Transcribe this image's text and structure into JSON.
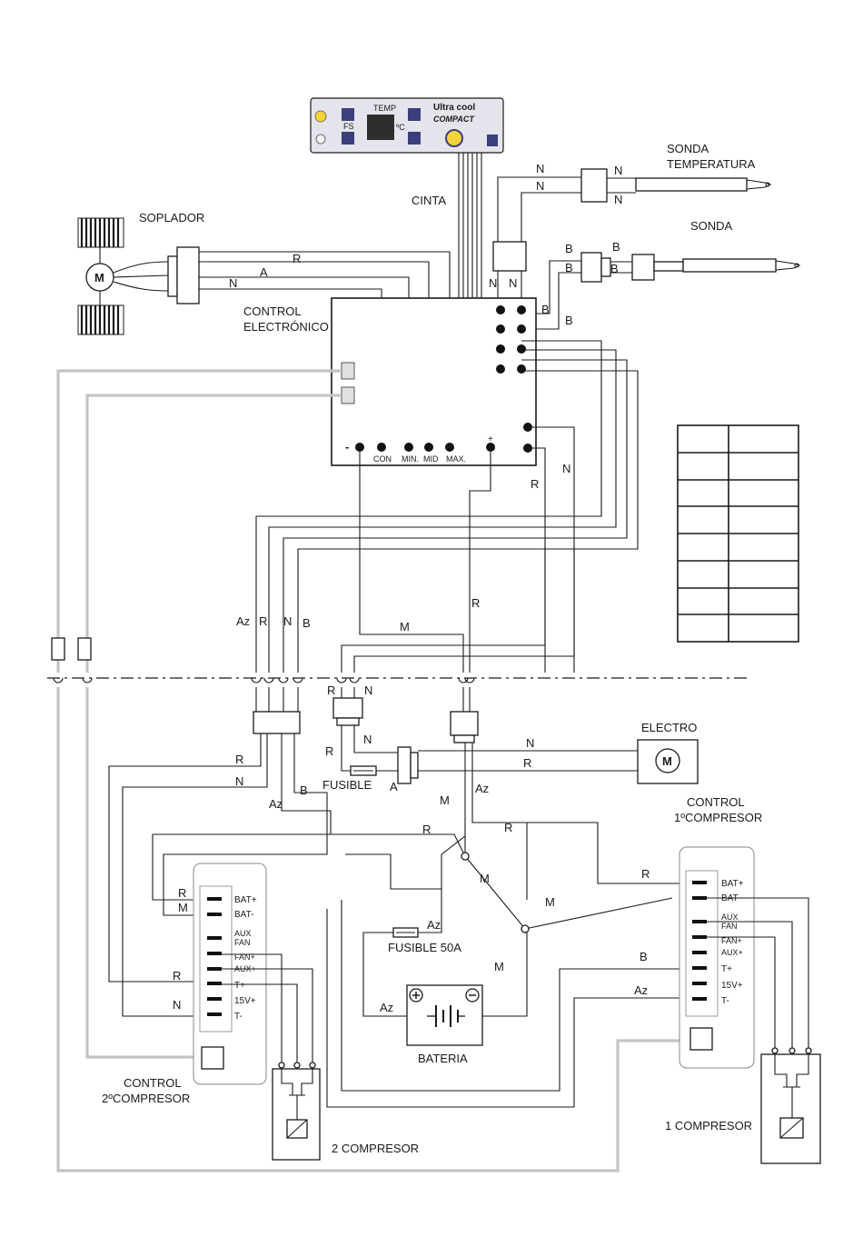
{
  "labels": {
    "cinta": "CINTA",
    "sonda_temp": [
      "SONDA",
      "TEMPERATURA"
    ],
    "sonda": "SONDA",
    "soplador": "SOPLADOR",
    "control_electronico": [
      "CONTROL",
      "ELECTRÓNICO"
    ],
    "electro": "ELECTRO",
    "fusible": "FUSIBLE",
    "fusible_50a": "FUSIBLE 50A",
    "bateria": "BATERIA",
    "control_1": [
      "CONTROL",
      "1ºCOMPRESOR"
    ],
    "control_2": [
      "CONTROL",
      "2ºCOMPRESOR"
    ],
    "compresor_1": "1 COMPRESOR",
    "compresor_2": "2 COMPRESOR",
    "motor": "M",
    "minus": "-",
    "plus": "+"
  },
  "panel": {
    "brand_line1": "Ultra cool",
    "brand_line2": "COMPACT",
    "temp_label": "TEMP",
    "unit": "ºC",
    "fs": "FS"
  },
  "ce_terminals": [
    "CON",
    "MIN.",
    "MID",
    "MAX."
  ],
  "terminal_block_1": [
    "BAT+",
    "BAT-",
    "AUX",
    "FAN",
    "FAN+",
    "AUX+",
    "T+",
    "15V+",
    "T-"
  ],
  "terminal_block_2": [
    "BAT+",
    "BAT-",
    "AUX",
    "FAN",
    "FAN+",
    "AUX+",
    "T+",
    "15V+",
    "T-"
  ],
  "wire_letters": {
    "sonda_temp": [
      "N",
      "N",
      "N"
    ],
    "sonda": [
      "B",
      "B",
      "B"
    ],
    "ce_probe_n": [
      "N",
      "N"
    ],
    "ce_probe_b": [
      "B",
      "B"
    ],
    "soplador": [
      "R",
      "A",
      "N"
    ],
    "ce_right": [
      "R",
      "N"
    ],
    "bundle": [
      "Az",
      "R",
      "N",
      "B"
    ],
    "mid": [
      "R",
      "M"
    ],
    "connector_a": [
      "R",
      "N"
    ],
    "connector_b": [
      "N",
      "R"
    ],
    "electro": [
      "N",
      "R"
    ],
    "fusible_a": "A",
    "left_bus": [
      "R",
      "N",
      "Az",
      "B"
    ],
    "battery_area": [
      "M",
      "Az",
      "R",
      "R",
      "M",
      "M",
      "Az",
      "M",
      "Az"
    ],
    "ctrl2": [
      "R",
      "M",
      "R",
      "N"
    ],
    "ctrl1": [
      "R",
      "B",
      "Az"
    ]
  },
  "colors": {
    "wire": "#1a1a1a",
    "ribbon_gray": "#c4c4c4",
    "panel": "#e4e4ec",
    "panel_button": "#3c3f7a",
    "display": "#2e2e2e"
  }
}
